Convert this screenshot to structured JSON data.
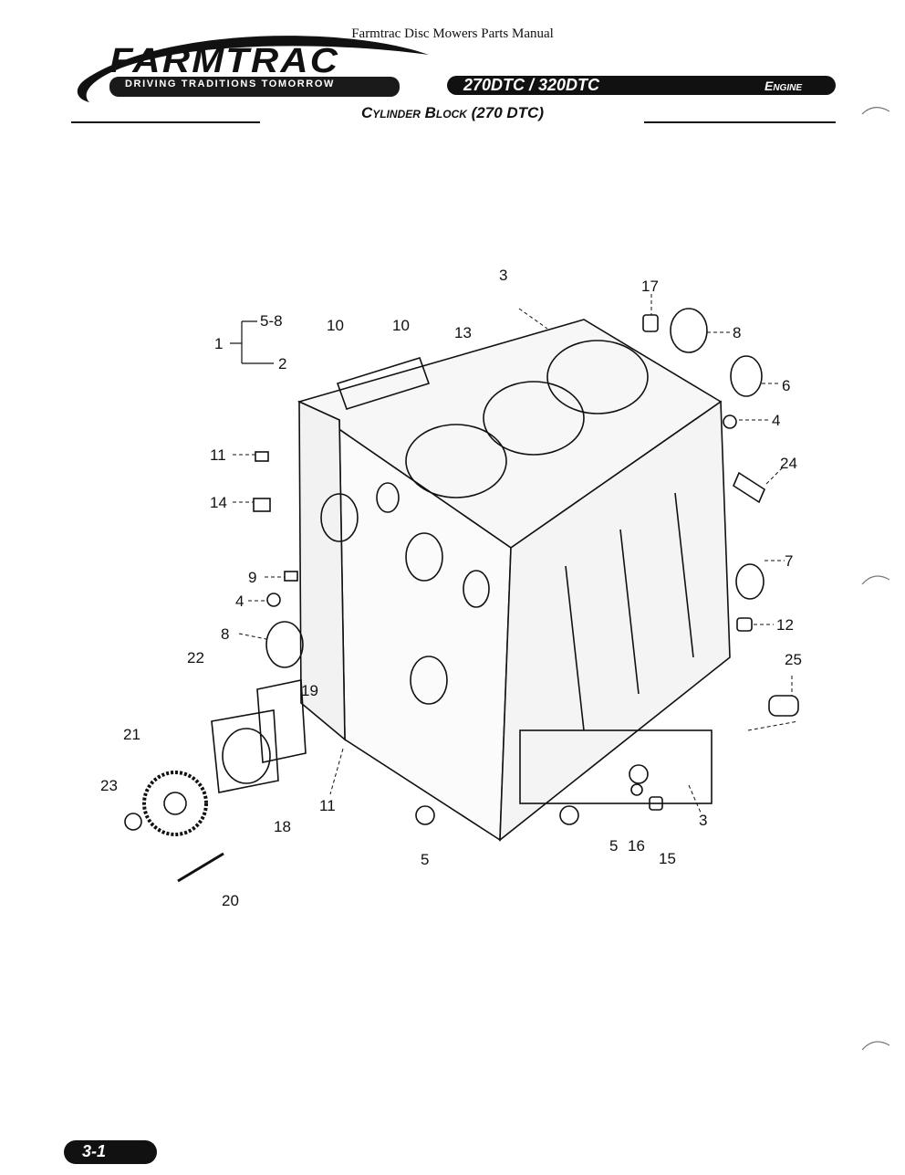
{
  "header": {
    "manual_title": "Farmtrac Disc Mowers Parts Manual",
    "brand": "FARMTRAC",
    "tagline": "DRIVING TRADITIONS TOMORROW",
    "model": "270DTC / 320DTC",
    "section": "Engine"
  },
  "subtitle": "Cylinder Block (270 DTC)",
  "callouts": [
    "1",
    "5-8",
    "2",
    "10",
    "10",
    "13",
    "3",
    "17",
    "8",
    "6",
    "4",
    "24",
    "11",
    "14",
    "9",
    "4",
    "8",
    "7",
    "12",
    "25",
    "22",
    "19",
    "21",
    "23",
    "18",
    "11",
    "20",
    "5",
    "5",
    "16",
    "15",
    "3"
  ],
  "footer": {
    "page_number": "3-1"
  }
}
